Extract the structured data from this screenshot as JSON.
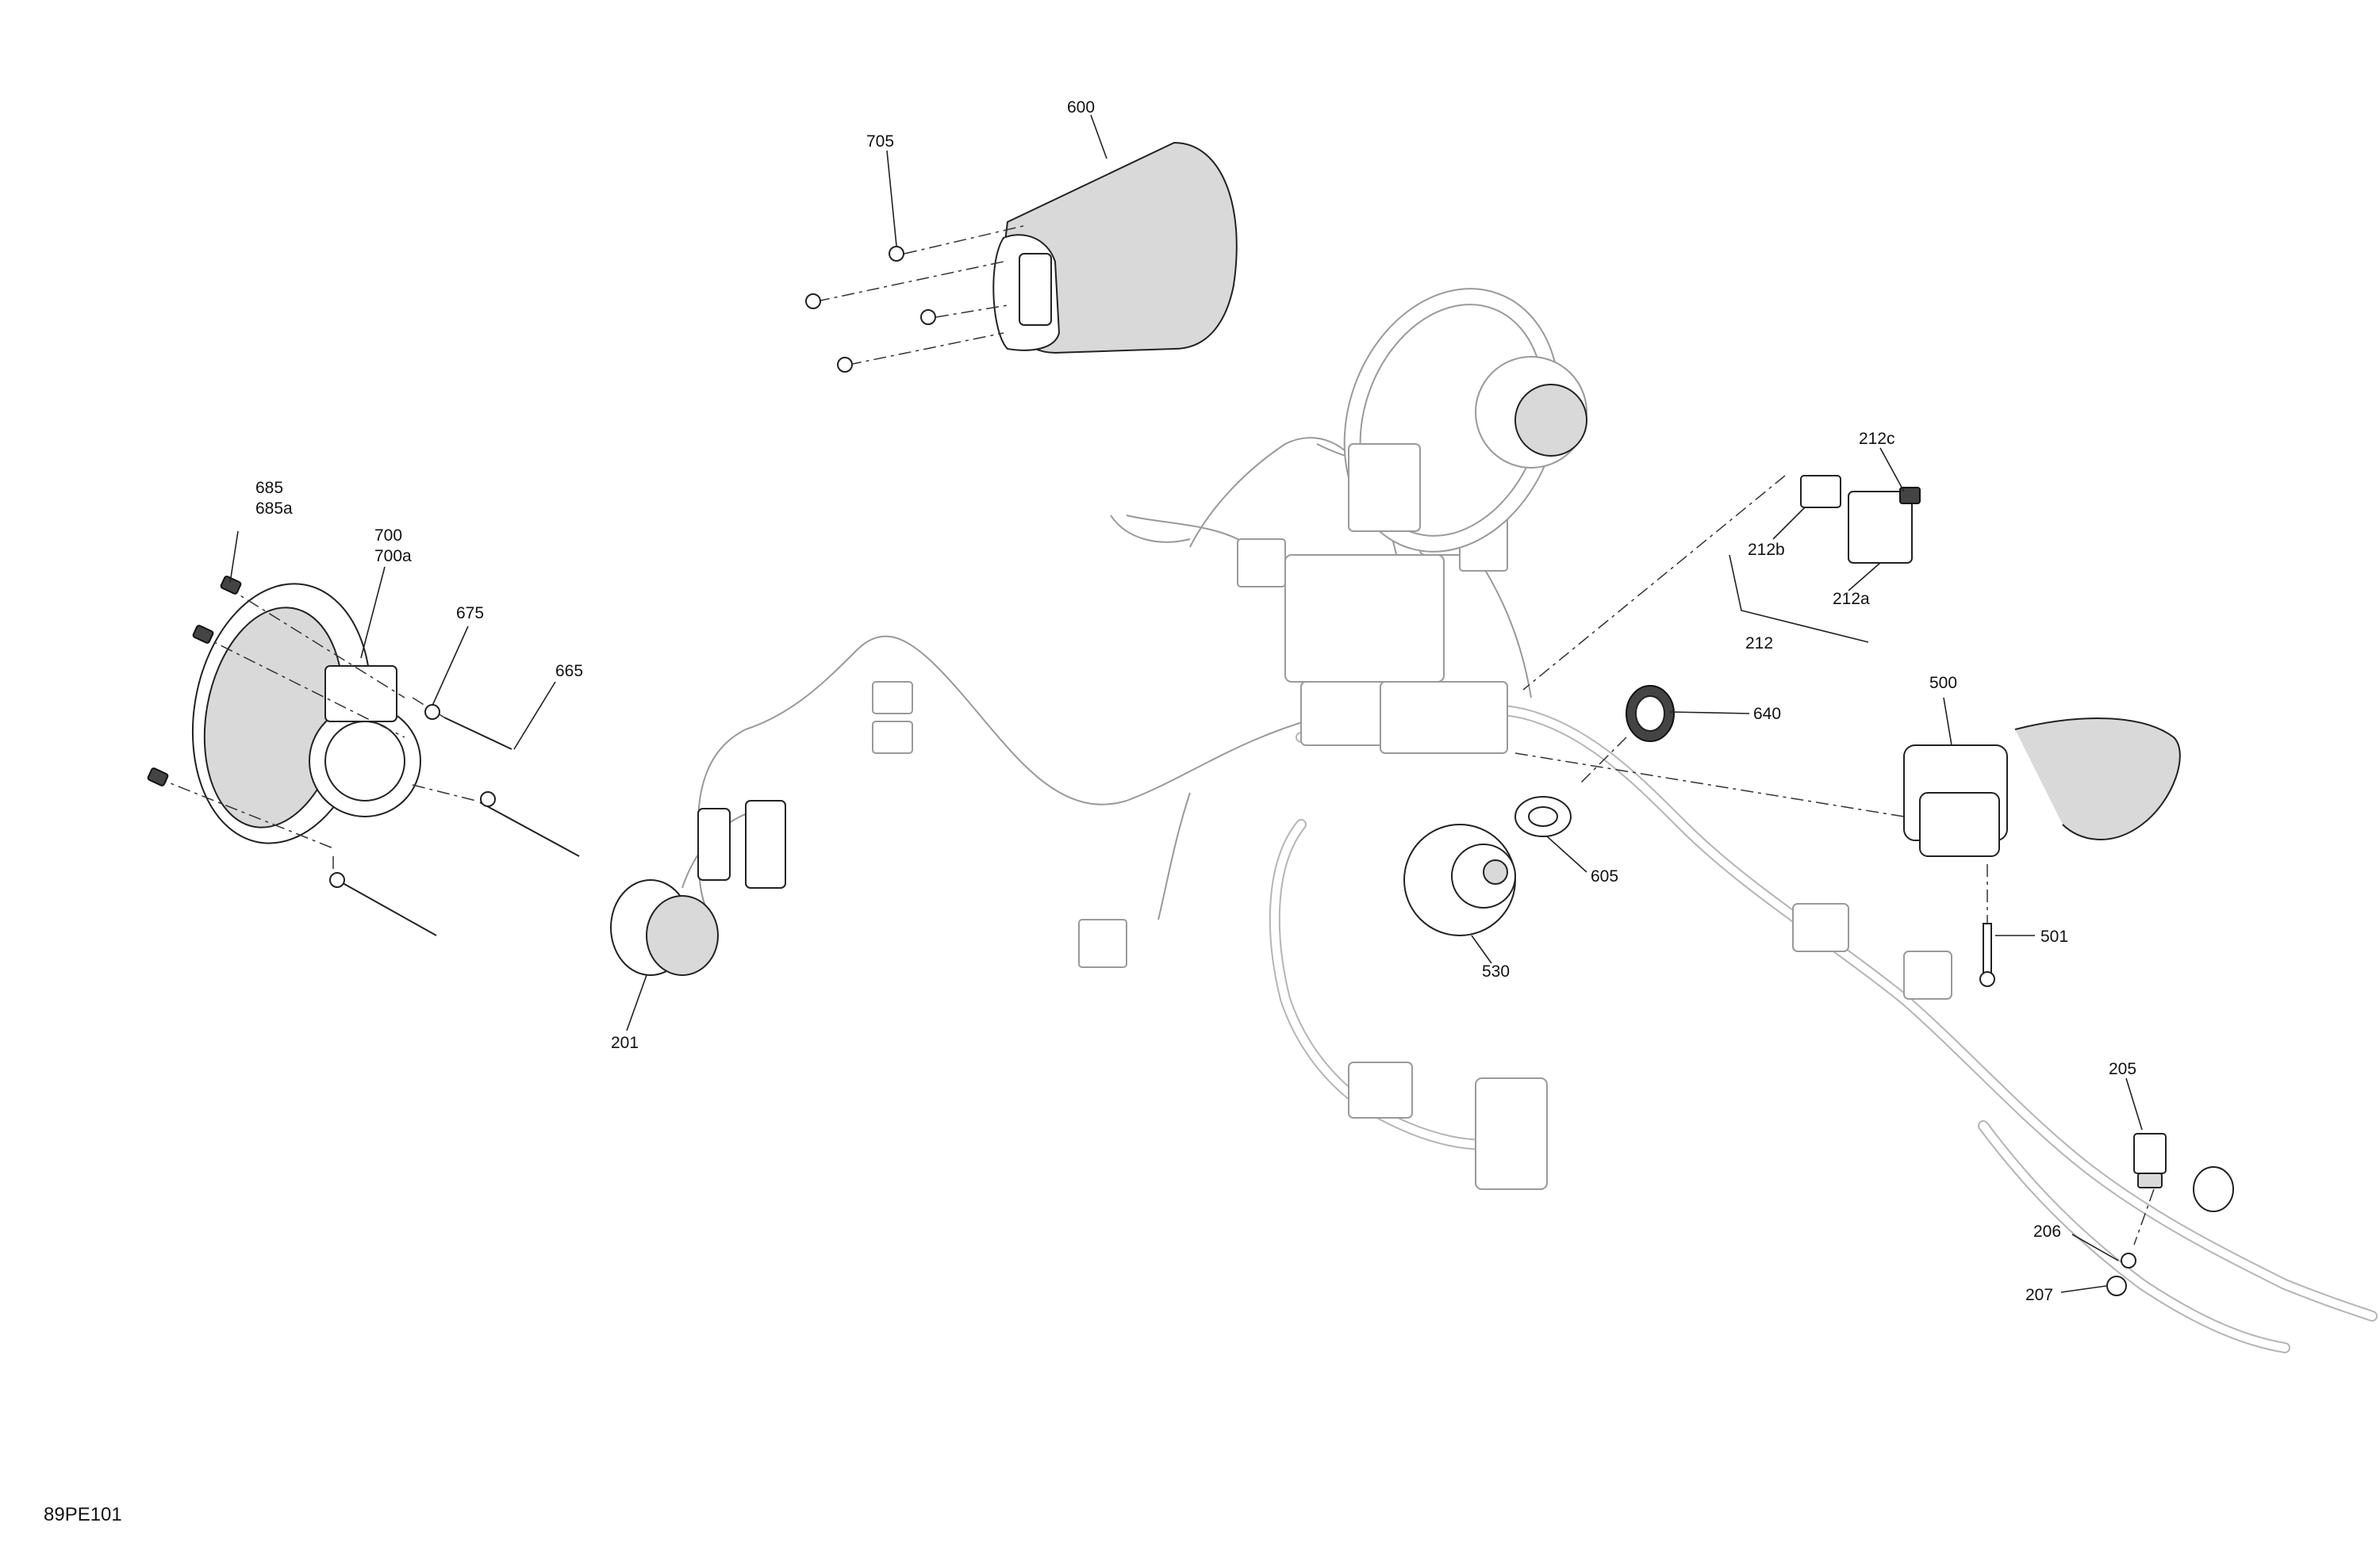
{
  "diagram_code": "89PE101",
  "callouts": {
    "c600": "600",
    "c705": "705",
    "c685": "685",
    "c685a": "685a",
    "c700": "700",
    "c700a": "700a",
    "c675": "675",
    "c665": "665",
    "c201": "201",
    "c212c": "212c",
    "c212b": "212b",
    "c212a": "212a",
    "c212": "212",
    "c640": "640",
    "c500": "500",
    "c605": "605",
    "c530": "530",
    "c501": "501",
    "c205": "205",
    "c206": "206",
    "c207": "207"
  }
}
